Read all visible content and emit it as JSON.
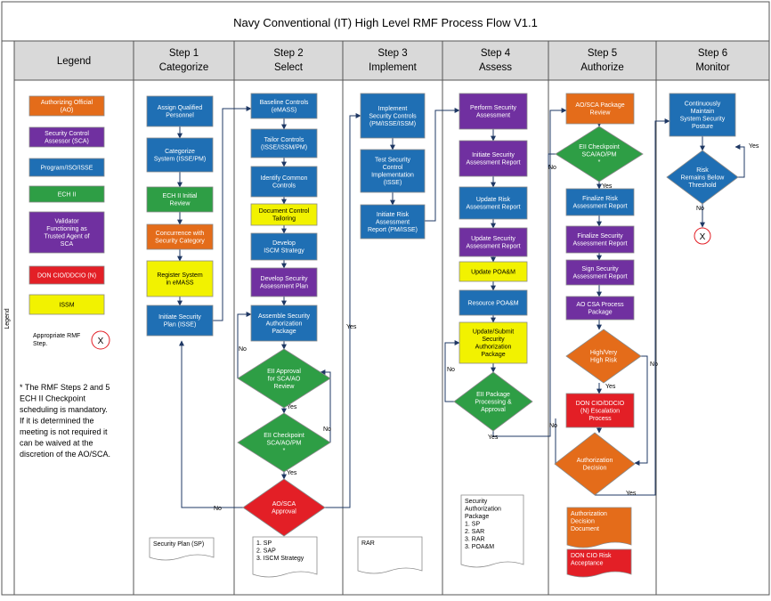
{
  "title": "Navy Conventional (IT) High Level RMF Process Flow V1.1",
  "legend_side_label": "Legend",
  "colors": {
    "blue": "#1f6fb4",
    "purple": "#7030a0",
    "green": "#2e9e45",
    "yellow": "#f2f200",
    "orange": "#e46c1a",
    "red": "#e31f26",
    "diamond_green": "#2e9e45",
    "diamond_orange": "#e46c1a",
    "header_bg": "#d9d9d9",
    "line": "#1f3864"
  },
  "lanes": [
    {
      "id": "legend",
      "head1": "Legend",
      "head2": ""
    },
    {
      "id": "step1",
      "head1": "Step 1",
      "head2": "Categorize"
    },
    {
      "id": "step2",
      "head1": "Step 2",
      "head2": "Select"
    },
    {
      "id": "step3",
      "head1": "Step 3",
      "head2": "Implement"
    },
    {
      "id": "step4",
      "head1": "Step 4",
      "head2": "Assess"
    },
    {
      "id": "step5",
      "head1": "Step 5",
      "head2": "Authorize"
    },
    {
      "id": "step6",
      "head1": "Step 6",
      "head2": "Monitor"
    }
  ],
  "legend_items": [
    {
      "name": "legend-ao",
      "color": "orange",
      "lines": [
        "Authorizing Official",
        "(AO)"
      ]
    },
    {
      "name": "legend-sca",
      "color": "purple",
      "lines": [
        "Security Control",
        "Assessor (SCA)"
      ]
    },
    {
      "name": "legend-program",
      "color": "blue",
      "lines": [
        "Program/ISO/ISSE"
      ]
    },
    {
      "name": "legend-ech",
      "color": "green",
      "lines": [
        "ECH II"
      ]
    },
    {
      "name": "legend-validator",
      "color": "purple",
      "lines": [
        "Validator",
        "Functioning as",
        "Trusted Agent of",
        "SCA"
      ]
    },
    {
      "name": "legend-don-cio",
      "color": "red",
      "lines": [
        "DON CIO/DDCIO (N)"
      ]
    },
    {
      "name": "legend-issm",
      "color": "yellow",
      "lines": [
        "ISSM"
      ]
    }
  ],
  "legend_rmf_step_text": [
    "Appropriate RMF",
    "Step."
  ],
  "legend_x_symbol": "X",
  "note_lines": [
    "* The RMF Steps 2 and 5",
    "ECH II Checkpoint",
    "scheduling is mandatory.",
    "If it is determined the",
    "meeting is not required it",
    "can be waived at the",
    "discretion of the AO/SCA."
  ],
  "step1_boxes": [
    {
      "name": "assign-personnel",
      "color": "blue",
      "lines": [
        "Assign Qualified",
        "Personnel"
      ]
    },
    {
      "name": "categorize-system",
      "color": "blue",
      "lines": [
        "Categorize",
        "System (ISSE/PM)"
      ]
    },
    {
      "name": "ech-initial-review",
      "color": "green",
      "lines": [
        "ECH II Initial",
        "Review"
      ]
    },
    {
      "name": "concurrence-security-category",
      "color": "orange",
      "lines": [
        "Concurrence with",
        "Security Category"
      ]
    },
    {
      "name": "register-system",
      "color": "yellow",
      "lines": [
        "Register System",
        "in eMASS"
      ]
    },
    {
      "name": "initiate-security-plan",
      "color": "blue",
      "lines": [
        "Initiate Security",
        "Plan (ISSE)"
      ]
    }
  ],
  "step2_boxes": [
    {
      "name": "baseline-controls",
      "color": "blue",
      "lines": [
        "Baseline Controls",
        "(eMASS)"
      ]
    },
    {
      "name": "tailor-controls",
      "color": "blue",
      "lines": [
        "Tailor Controls",
        "(ISSE/ISSM/PM)"
      ]
    },
    {
      "name": "identify-common-controls",
      "color": "blue",
      "lines": [
        "Identify Common",
        "Controls"
      ]
    },
    {
      "name": "document-control-tailoring",
      "color": "yellow",
      "lines": [
        "Document Control",
        "Tailoring"
      ]
    },
    {
      "name": "develop-iscm-strategy",
      "color": "blue",
      "lines": [
        "Develop",
        "ISCM Strategy"
      ]
    },
    {
      "name": "develop-security-assessment-plan",
      "color": "purple",
      "lines": [
        "Develop Security",
        "Assessment Plan"
      ]
    },
    {
      "name": "assemble-authorization-package",
      "color": "blue",
      "lines": [
        "Assemble Security",
        "Authorization",
        "Package"
      ]
    }
  ],
  "step2_diamonds": [
    {
      "name": "ech-approval-diamond",
      "color": "diamond_green",
      "lines": [
        "EII Approval",
        "for SCA/AO",
        "Review"
      ]
    },
    {
      "name": "ech-checkpoint-diamond-2",
      "color": "diamond_green",
      "lines": [
        "EII Checkpoint",
        "SCA/AO/PM",
        "*"
      ]
    },
    {
      "name": "ao-sca-approval-diamond",
      "color": "red",
      "lines": [
        "AO/SCA",
        "Approval"
      ]
    }
  ],
  "step3_boxes": [
    {
      "name": "implement-security-controls",
      "color": "blue",
      "lines": [
        "Implement",
        "Security Controls",
        "(PM/ISSE/ISSM)"
      ]
    },
    {
      "name": "test-security-control",
      "color": "blue",
      "lines": [
        "Test Security",
        "Control",
        "Implementation",
        "(ISSE)"
      ]
    },
    {
      "name": "initiate-risk-assessment-report",
      "color": "blue",
      "lines": [
        "Initiate Risk",
        "Assessment",
        "Report (PM/ISSE)"
      ]
    }
  ],
  "step4_boxes": [
    {
      "name": "perform-security-assessment",
      "color": "purple",
      "lines": [
        "Perform Security",
        "Assessment"
      ]
    },
    {
      "name": "initiate-security-assessment-report",
      "color": "purple",
      "lines": [
        "Initiate Security",
        "Assessment Report"
      ]
    },
    {
      "name": "update-risk-assessment-report",
      "color": "blue",
      "lines": [
        "Update Risk",
        "Assessment Report"
      ]
    },
    {
      "name": "update-security-assessment-report",
      "color": "purple",
      "lines": [
        "Update Security",
        "Assessment Report"
      ]
    },
    {
      "name": "update-poam",
      "color": "yellow",
      "lines": [
        "Update POA&M"
      ]
    },
    {
      "name": "resource-poam",
      "color": "blue",
      "lines": [
        "Resource POA&M"
      ]
    },
    {
      "name": "update-submit-package",
      "color": "yellow",
      "lines": [
        "Update/Submit",
        "Security",
        "Authorization",
        "Package"
      ]
    }
  ],
  "step4_diamond": {
    "name": "ech-package-processing-diamond",
    "color": "diamond_green",
    "lines": [
      "EII Package",
      "Processing &",
      "Approval"
    ]
  },
  "step5_boxes": [
    {
      "name": "ao-sca-package-review",
      "color": "orange",
      "lines": [
        "AO/SCA Package",
        "Review"
      ]
    },
    {
      "name": "finalize-risk-assessment-report",
      "color": "blue",
      "lines": [
        "Finalize Risk",
        "Assessment Report"
      ]
    },
    {
      "name": "finalize-security-assessment-report",
      "color": "purple",
      "lines": [
        "Finalize Security",
        "Assessment Report"
      ]
    },
    {
      "name": "sign-security-assessment-report",
      "color": "purple",
      "lines": [
        "Sign Security",
        "Assessment Report"
      ]
    },
    {
      "name": "ao-csa-process-package",
      "color": "purple",
      "lines": [
        "AO CSA Process",
        "Package"
      ]
    }
  ],
  "step5_diamonds": [
    {
      "name": "ech-checkpoint-diamond-5",
      "color": "diamond_green",
      "lines": [
        "EII Checkpoint",
        "SCA/AO/PM",
        "*"
      ]
    },
    {
      "name": "high-very-high-risk-diamond",
      "color": "diamond_orange",
      "lines": [
        "High/Very",
        "High Risk"
      ]
    },
    {
      "name": "authorization-decision-diamond",
      "color": "diamond_orange",
      "lines": [
        "Authorization",
        "Decision"
      ]
    }
  ],
  "step5_escalation": {
    "name": "don-cio-escalation",
    "color": "red",
    "lines": [
      "DON CIO/DDCIO",
      "(N) Escalation",
      "Process"
    ]
  },
  "step6_box": {
    "name": "continuously-maintain",
    "color": "blue",
    "lines": [
      "Continuously",
      "Maintain",
      "System Security",
      "Posture"
    ]
  },
  "step6_diamond": {
    "name": "risk-remains-below-threshold-diamond",
    "color": "diamond_blue",
    "lines": [
      "Risk",
      "Remains Below",
      "Threshold"
    ]
  },
  "labels": {
    "yes": "Yes",
    "no": "No"
  },
  "documents": {
    "security_plan": [
      "Security Plan (SP)"
    ],
    "step2_doc": [
      "1.  SP",
      "2.  SAP",
      "3.  ISCM Strategy"
    ],
    "rar": [
      "RAR"
    ],
    "step4_doc": [
      "Security",
      "Authorization",
      "Package",
      "1.  SP",
      "2.  SAR",
      "3.  RAR",
      "3.  POA&M"
    ],
    "authorization_decision_document": [
      "Authorization",
      "Decision",
      "Document"
    ],
    "don_cio_risk_acceptance": [
      "DON CIO Risk",
      "Acceptance"
    ]
  }
}
